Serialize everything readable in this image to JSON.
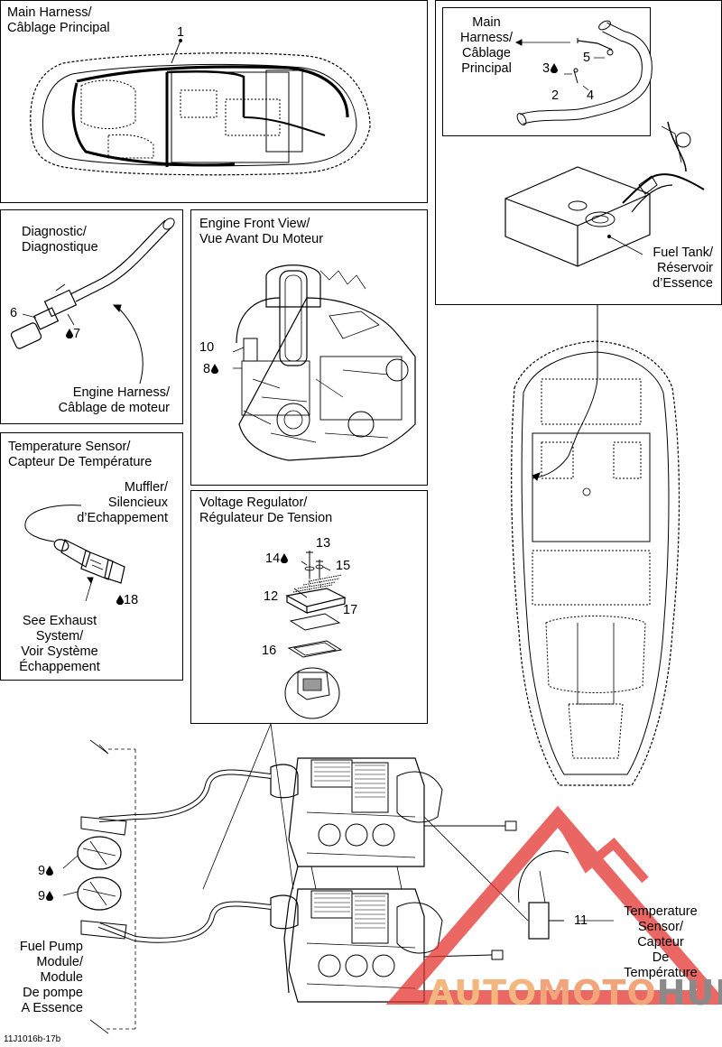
{
  "labels": {
    "main_harness": [
      "Main Harness/",
      "Câblage Principal"
    ],
    "main_harness_right": [
      "Main",
      "Harness/",
      "Câblage",
      "Principal"
    ],
    "fuel_tank": [
      "Fuel Tank/",
      "Réservoir",
      "d’Essence"
    ],
    "diagnostic": [
      "Diagnostic/",
      "Diagnostique"
    ],
    "engine_harness": [
      "Engine Harness/",
      "Câblage de moteur"
    ],
    "engine_front_view": [
      "Engine Front View/",
      "Vue Avant Du Moteur"
    ],
    "temperature_sensor_box": [
      "Temperature Sensor/",
      "Capteur De Température"
    ],
    "muffler": [
      "Muffler/",
      "Silencieux",
      "d’Echappement"
    ],
    "see_exhaust": [
      "See Exhaust",
      "System/",
      "Voir Système",
      "Échappement"
    ],
    "voltage_regulator": [
      "Voltage Regulator/",
      "Régulateur De Tension"
    ],
    "fuel_pump_module": [
      "Fuel Pump",
      "Module/",
      "Module",
      "De pompe",
      "A Essence"
    ],
    "temperature_sensor_bottom": [
      "Temperature",
      "Sensor/",
      "Capteur",
      "De",
      "Température"
    ]
  },
  "callouts": {
    "n1": "1",
    "n2": "2",
    "n3": "3",
    "n4": "4",
    "n5": "5",
    "n6": "6",
    "n7": "7",
    "n8": "8",
    "n9a": "9",
    "n9b": "9",
    "n10": "10",
    "n11": "11",
    "n12": "12",
    "n13": "13",
    "n14": "14",
    "n15": "15",
    "n16": "16",
    "n17": "17",
    "n18": "18"
  },
  "figure_code": "11J1016b-17b",
  "watermark": {
    "part1": "AUTO",
    "part2": "MOTO",
    "part3": "HUB"
  },
  "colors": {
    "watermark_red": "#e3342f",
    "watermark_orange": "#f2b67e",
    "watermark_gray": "#8a8a8a"
  }
}
